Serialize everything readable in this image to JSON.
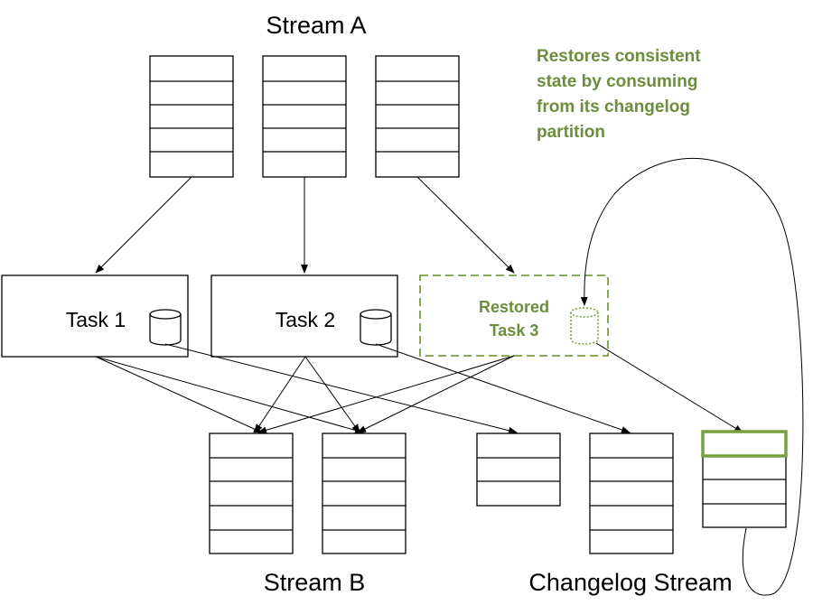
{
  "labels": {
    "stream_a": "Stream A",
    "stream_b": "Stream B",
    "changelog_stream": "Changelog Stream",
    "task1": "Task 1",
    "task2": "Task 2",
    "restored_task_line1": "Restored",
    "restored_task_line2": "Task 3",
    "note_line1": "Restores consistent",
    "note_line2": "state by consuming",
    "note_line3": "from its changelog",
    "note_line4": "partition"
  },
  "colors": {
    "accent_green": "#6b8e3b",
    "highlight_green": "#76a13c",
    "line": "#000000"
  },
  "icons": {
    "store": "database-cylinder-icon"
  }
}
